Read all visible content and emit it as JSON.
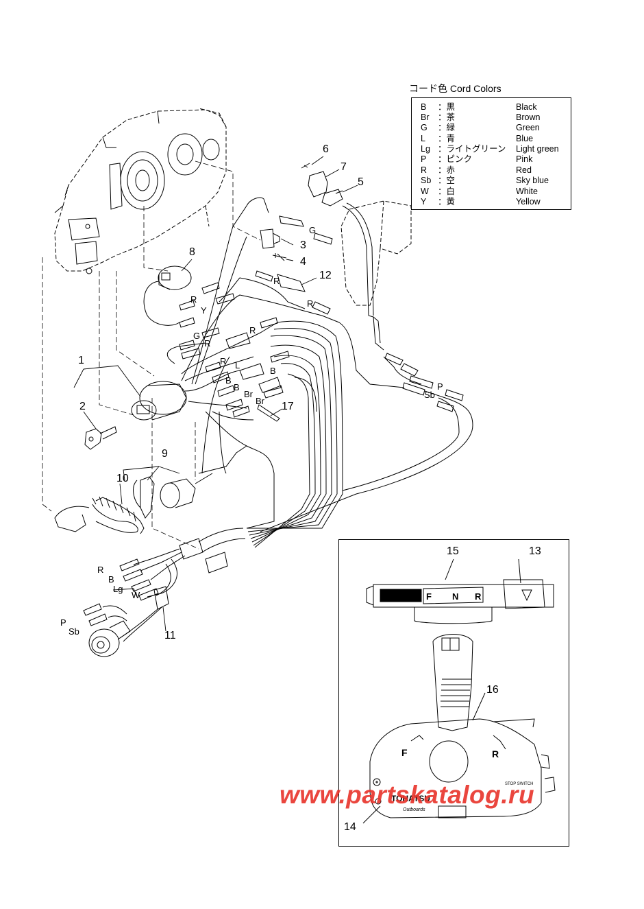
{
  "legend": {
    "title": "コード色  Cord Colors",
    "rows": [
      {
        "code": "B",
        "jp": "：黒",
        "en": "Black"
      },
      {
        "code": "Br",
        "jp": "：茶",
        "en": "Brown"
      },
      {
        "code": "G",
        "jp": "：緑",
        "en": "Green"
      },
      {
        "code": "L",
        "jp": "：青",
        "en": "Blue"
      },
      {
        "code": "Lg",
        "jp": "：ライトグリーン",
        "en": "Light green"
      },
      {
        "code": "P",
        "jp": "：ピンク",
        "en": "Pink"
      },
      {
        "code": "R",
        "jp": "：赤",
        "en": "Red"
      },
      {
        "code": "Sb",
        "jp": "：空",
        "en": "Sky blue"
      },
      {
        "code": "W",
        "jp": "：白",
        "en": "White"
      },
      {
        "code": "Y",
        "jp": "：黄",
        "en": "Yellow"
      }
    ]
  },
  "callouts": {
    "n1": "1",
    "n2": "2",
    "n3": "3",
    "n4": "4",
    "n5": "5",
    "n6": "6",
    "n7": "7",
    "n8": "8",
    "n9": "9",
    "n10": "10",
    "n11": "11",
    "n12": "12",
    "n13": "13",
    "n14": "14",
    "n15": "15",
    "n16": "16",
    "n17": "17"
  },
  "wire_labels": {
    "g1": "G",
    "r1": "R",
    "r2": "R",
    "r3": "R",
    "y1": "Y",
    "g2": "G",
    "r4": "R",
    "r5": "R",
    "r6": "R",
    "l1": "L",
    "b1": "B",
    "b2": "B",
    "b3": "B",
    "br1": "Br",
    "br2": "Br",
    "p1": "P",
    "sb1": "Sb",
    "r7": "R",
    "b4": "B",
    "lg1": "Lg",
    "w1": "W",
    "p2": "P",
    "sb2": "Sb"
  },
  "inset_text": {
    "shift_f": "F",
    "shift_n": "N",
    "shift_r": "R",
    "lever_f": "F",
    "lever_r": "R",
    "brand": "TOHATSU",
    "brand_sub": "Outboards",
    "stop_switch": "STOP SWITCH"
  },
  "watermark": "www.partskatalog.ru",
  "colors": {
    "line": "#000000",
    "watermark": "#e8322a"
  }
}
